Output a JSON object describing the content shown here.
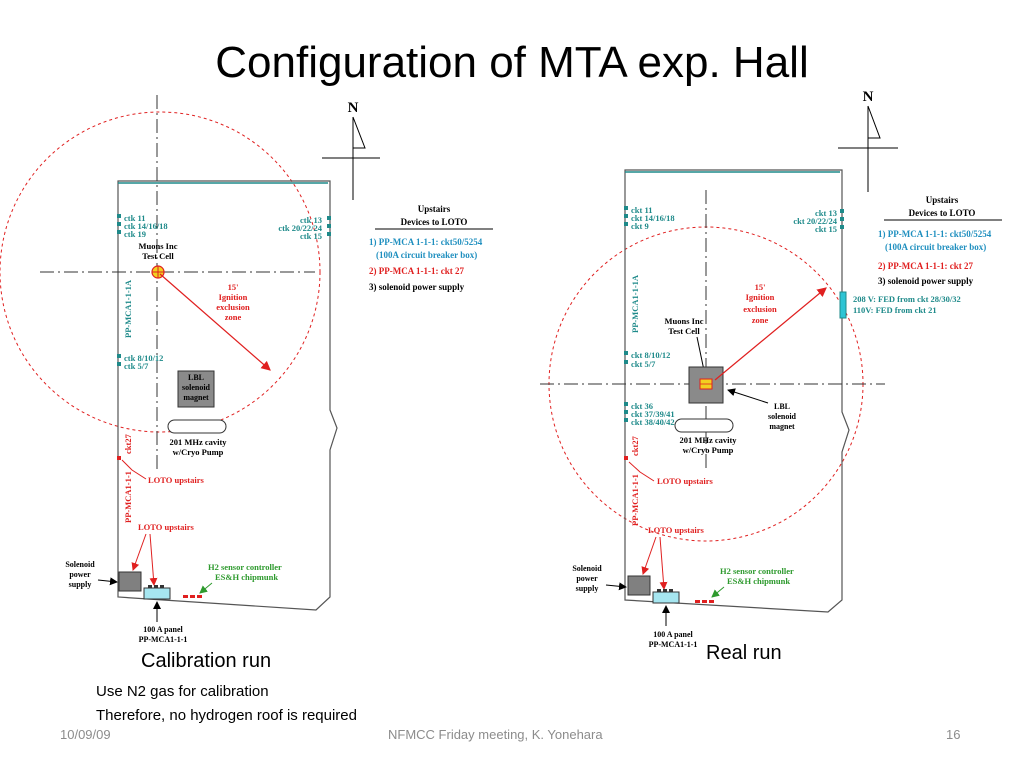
{
  "slide": {
    "title": "Configuration of MTA exp. Hall",
    "caption_left": "Calibration run",
    "caption_right": "Real run",
    "note_line1": "Use N2 gas for calibration",
    "note_line2": "Therefore, no hydrogen roof is required",
    "footer_date": "10/09/09",
    "footer_center": "NFMCC Friday meeting, K. Yonehara",
    "footer_page": "16"
  },
  "colors": {
    "teal": "#1e8a8a",
    "red": "#e02020",
    "green": "#2e9a2e",
    "blue": "#1f8fbf",
    "black": "#000000"
  },
  "left": {
    "north": "N",
    "ctk_tl": [
      "ctk 11",
      "ctk 14/16/18",
      "ctk 19"
    ],
    "ctk_tr": [
      "ctk 13",
      "ctk 20/22/24",
      "ctk 15"
    ],
    "ctk_ml": [
      "ctk 8/10/12",
      "ctk 5/7"
    ],
    "pp_upper": "PP-MCA1-1-1A",
    "pp_lower": "PP-MCA1-1-1",
    "ckt27": "ckt27",
    "muons": [
      "Muons Inc",
      "Test Cell"
    ],
    "ignition": [
      "15'",
      "Ignition",
      "exclusion",
      "zone"
    ],
    "lbl": [
      "LBL",
      "solenoid",
      "magnet"
    ],
    "cavity": [
      "201 MHz cavity",
      "w/Cryo Pump"
    ],
    "loto1": "LOTO upstairs",
    "loto2": "LOTO upstairs",
    "solenoid_supply": [
      "Solenoid",
      "power",
      "supply"
    ],
    "h2": [
      "H2 sensor controller",
      "ES&H chipmunk"
    ],
    "panel": [
      "100 A panel",
      "PP-MCA1-1-1"
    ],
    "upstairs_title": [
      "Upstairs",
      "Devices to LOTO"
    ],
    "upstairs_items": [
      "1) PP-MCA 1-1-1: ckt50/5254",
      "(100A circuit breaker box)",
      "2) PP-MCA 1-1-1: ckt 27",
      "3) solenoid power supply"
    ]
  },
  "right": {
    "north": "N",
    "ctk_tl": [
      "ckt 11",
      "ckt 14/16/18",
      "ckt 9"
    ],
    "ctk_tr": [
      "ckt 13",
      "ckt 20/22/24",
      "ckt 15"
    ],
    "ctk_ml": [
      "ckt 8/10/12",
      "ckt 5/7"
    ],
    "ctk_ll": [
      "ckt 36",
      "ckt 37/39/41",
      "ckt 38/40/42"
    ],
    "pp_upper": "PP-MCA1-1-1A",
    "pp_lower": "PP-MCA1-1-1",
    "ckt27": "ckt27",
    "muons": [
      "Muons Inc",
      "Test Cell"
    ],
    "ignition": [
      "15'",
      "Ignition",
      "exclusion",
      "zone"
    ],
    "lbl": [
      "LBL",
      "solenoid",
      "magnet"
    ],
    "cavity": [
      "201 MHz cavity",
      "w/Cryo Pump"
    ],
    "loto1": "LOTO upstairs",
    "loto2": "LOTO upstairs",
    "solenoid_supply": [
      "Solenoid",
      "power",
      "supply"
    ],
    "h2": [
      "H2 sensor controller",
      "ES&H chipmunk"
    ],
    "panel": [
      "100 A panel",
      "PP-MCA1-1-1"
    ],
    "fed": [
      "208 V: FED from ckt 28/30/32",
      "110V: FED from ckt 21"
    ],
    "upstairs_title": [
      "Upstairs",
      "Devices to LOTO"
    ],
    "upstairs_items": [
      "1) PP-MCA 1-1-1: ckt50/5254",
      "(100A circuit breaker box)",
      "2) PP-MCA 1-1-1: ckt 27",
      "3) solenoid power supply"
    ]
  }
}
